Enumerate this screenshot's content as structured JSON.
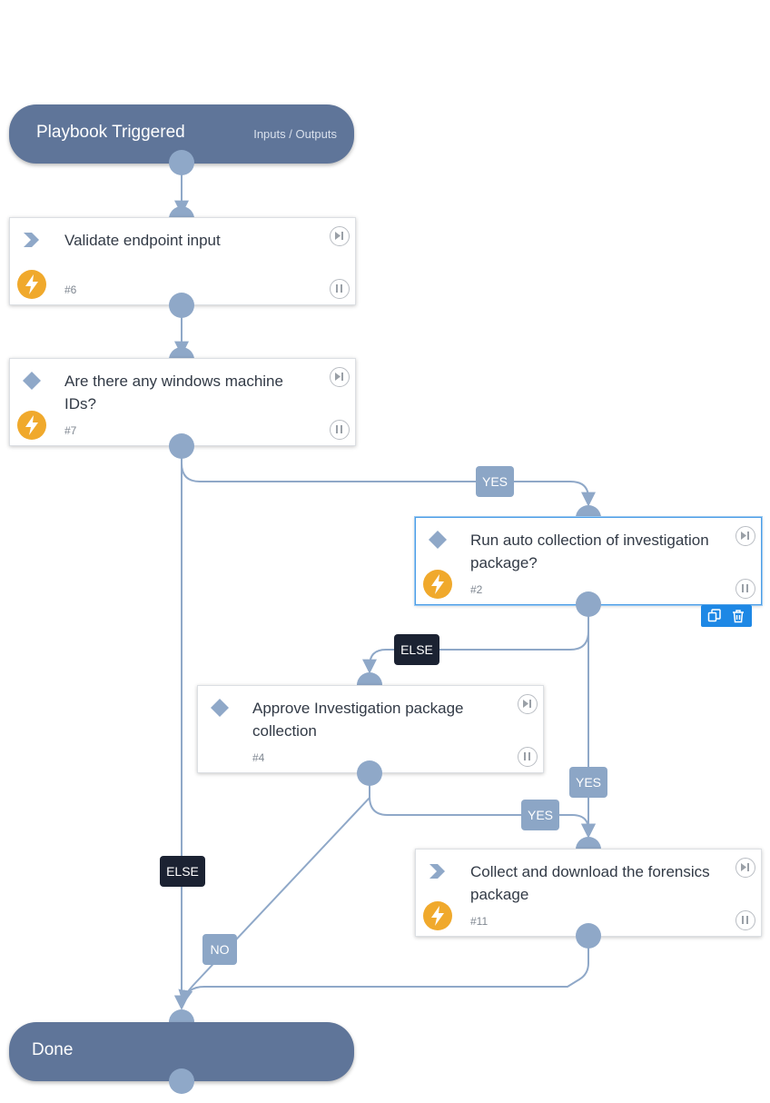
{
  "start": {
    "title": "Playbook Triggered",
    "io_link": "Inputs / Outputs"
  },
  "end": {
    "title": "Done"
  },
  "tasks": [
    {
      "id": "validate",
      "title": "Validate endpoint input",
      "number": "#6",
      "type": "chevron",
      "auto": true
    },
    {
      "id": "any-windows",
      "title": "Are there any windows machine IDs?",
      "number": "#7",
      "type": "diamond",
      "auto": true
    },
    {
      "id": "run-auto",
      "title": "Run auto collection of investigation package?",
      "number": "#2",
      "type": "diamond",
      "auto": true,
      "selected": true
    },
    {
      "id": "approve",
      "title": "Approve Investigation package collection",
      "number": "#4",
      "type": "diamond",
      "auto": false
    },
    {
      "id": "collect",
      "title": "Collect and download the forensics package",
      "number": "#11",
      "type": "chevron",
      "auto": true
    }
  ],
  "edge_labels": {
    "windows_yes": "YES",
    "windows_else": "ELSE",
    "auto_else": "ELSE",
    "auto_yes": "YES",
    "approve_yes": "YES",
    "approve_no": "NO"
  },
  "colors": {
    "node_fill": "#5f7599",
    "edge": "#8fa8c8",
    "condition_label": "#8ca6c6",
    "else_label": "#1b2232",
    "auto_badge": "#f0a92c",
    "selection": "#1e88e5"
  },
  "icons": {
    "chevron": "chevron-right-icon",
    "diamond": "condition-diamond-icon",
    "auto": "lightning-bolt-icon",
    "skip": "skip-icon",
    "pause": "pause-icon",
    "duplicate": "duplicate-icon",
    "delete": "trash-icon"
  }
}
